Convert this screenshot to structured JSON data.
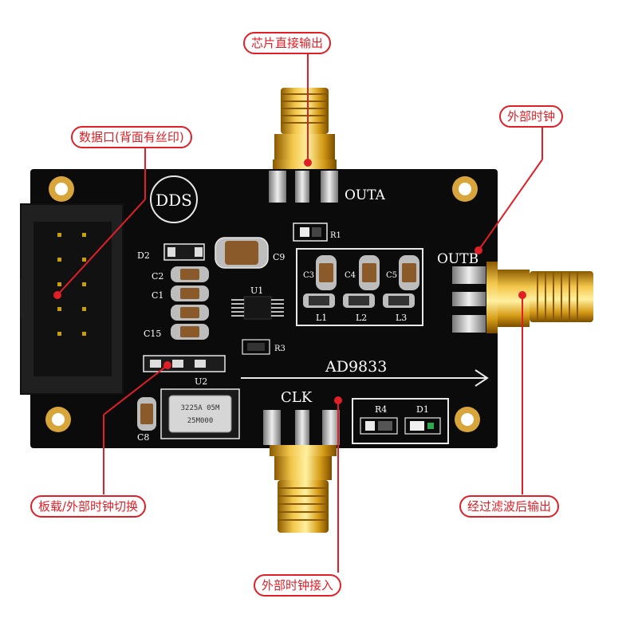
{
  "board": {
    "badge": "DDS",
    "chip_name": "AD9833",
    "silk": {
      "outa": "OUTA",
      "outb": "OUTB",
      "clk": "CLK",
      "u1": "U1",
      "u2": "U2",
      "d1": "D1",
      "d2": "D2",
      "r1": "R1",
      "r4": "R4",
      "r3": "R3",
      "c1": "C1",
      "c2": "C2",
      "c3": "C3",
      "c4": "C4",
      "c5": "C5",
      "c8": "C8",
      "c9": "C9",
      "c15": "C15",
      "l1": "L1",
      "l2": "L2",
      "l3": "L3"
    },
    "oscillator_text_1": "3225A 05M",
    "oscillator_text_2": "25M000"
  },
  "callouts": {
    "chip_output": "芯片直接输出",
    "external_clock": "外部时钟",
    "data_port": "数据口(背面有丝印)",
    "clock_switch": "板载/外部时钟切换",
    "filtered_output": "经过滤波后输出",
    "external_clock_input": "外部时钟接入"
  },
  "colors": {
    "pcb": "#0b0b0b",
    "silk": "#e8e8e8",
    "gold": "#d4a017",
    "callout_red": "#e01f26",
    "header_gray": "#202020"
  }
}
